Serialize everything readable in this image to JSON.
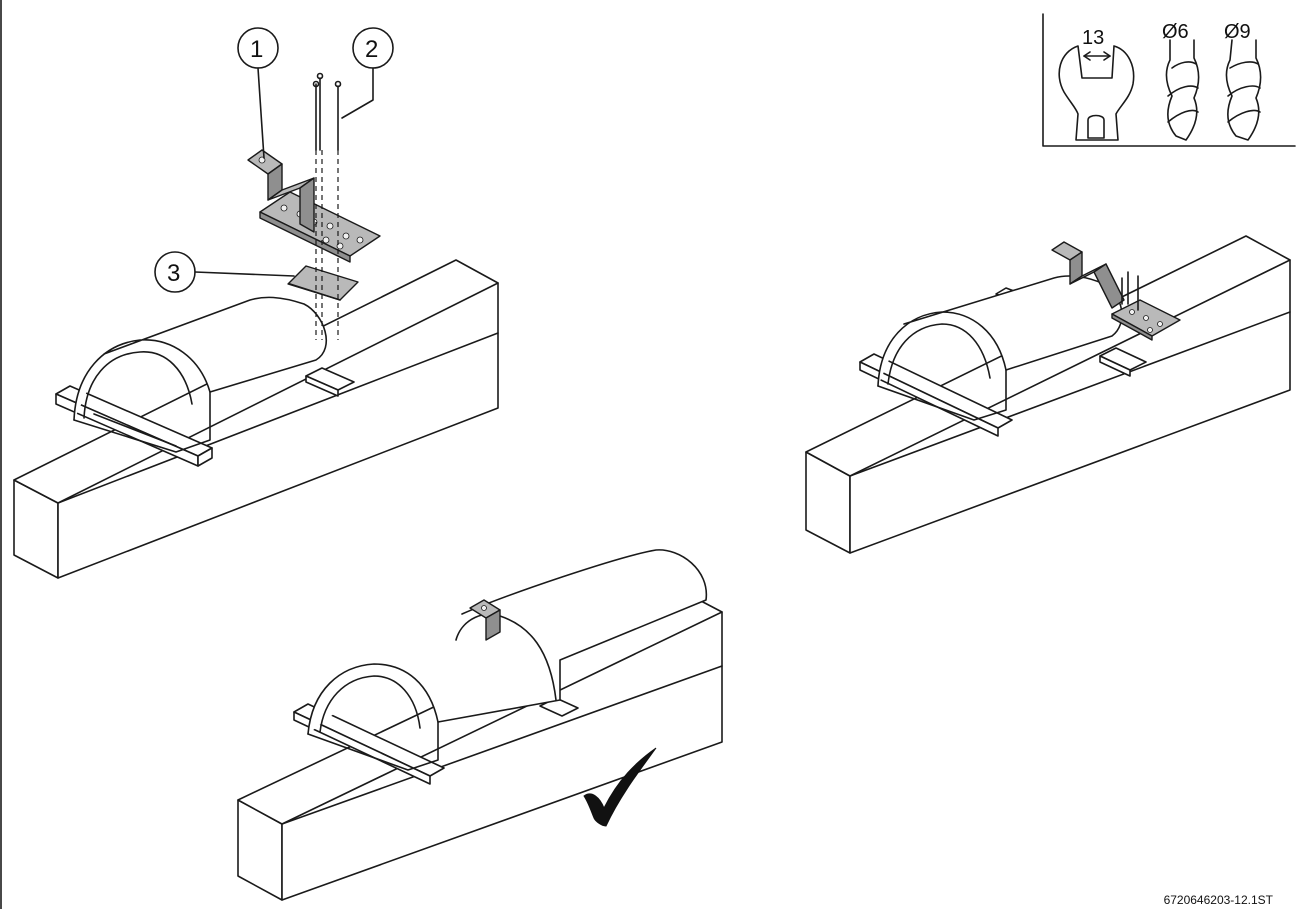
{
  "callouts": {
    "one": "1",
    "two": "2",
    "three": "3"
  },
  "tools": {
    "wrench_size": "13",
    "drill_small": "Ø6",
    "drill_large": "Ø9"
  },
  "figure_code": "6720646203-12.1ST",
  "status_icon": "checkmark-icon"
}
